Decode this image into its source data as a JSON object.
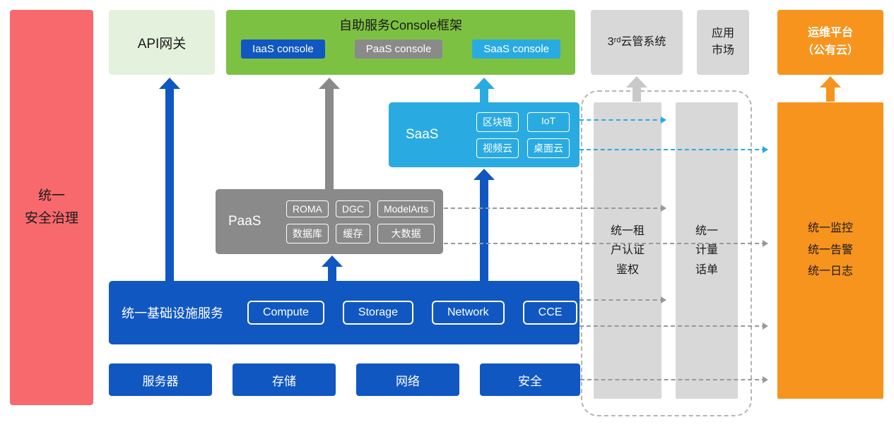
{
  "colors": {
    "red": "#f8696d",
    "lightgreen": "#e4f1dc",
    "green": "#7dc142",
    "blue": "#1057c2",
    "gray": "#8a8a8a",
    "lightgray": "#d8d8d8",
    "cyan": "#29abe2",
    "orange": "#f7941e",
    "dash": "#999999",
    "ink": "#1a1a1a"
  },
  "left_bar": {
    "label": "统一\n安全治理"
  },
  "top_row": {
    "api_gateway": {
      "label": "API网关"
    },
    "console_frame": {
      "title": "自助服务Console框架",
      "consoles": [
        {
          "label": "IaaS console"
        },
        {
          "label": "PaaS console"
        },
        {
          "label": "SaaS console"
        }
      ]
    },
    "third_party_cms": {
      "label": "3ʳᵈ云管系统"
    },
    "app_market": {
      "label": "应用\n市场"
    },
    "om_platform": {
      "label": "运维平台\n（公有云）"
    }
  },
  "saas": {
    "label": "SaaS",
    "items": [
      "区块链",
      "IoT",
      "视频云",
      "桌面云"
    ]
  },
  "paas": {
    "label": "PaaS",
    "items": [
      "ROMA",
      "DGC",
      "ModelArts",
      "数据库",
      "缓存",
      "大数据"
    ]
  },
  "iaas": {
    "label": "统一基础设施服务",
    "items": [
      "Compute",
      "Storage",
      "Network",
      "CCE"
    ]
  },
  "resources": [
    "服务器",
    "存储",
    "网络",
    "安全"
  ],
  "right_rails": {
    "tenant_auth": {
      "label": "统一租\n户认证\n鉴权"
    },
    "metering": {
      "label": "统一\n计量\n话单"
    },
    "monitoring": {
      "label": "统一监控\n统一告警\n统一日志"
    }
  }
}
